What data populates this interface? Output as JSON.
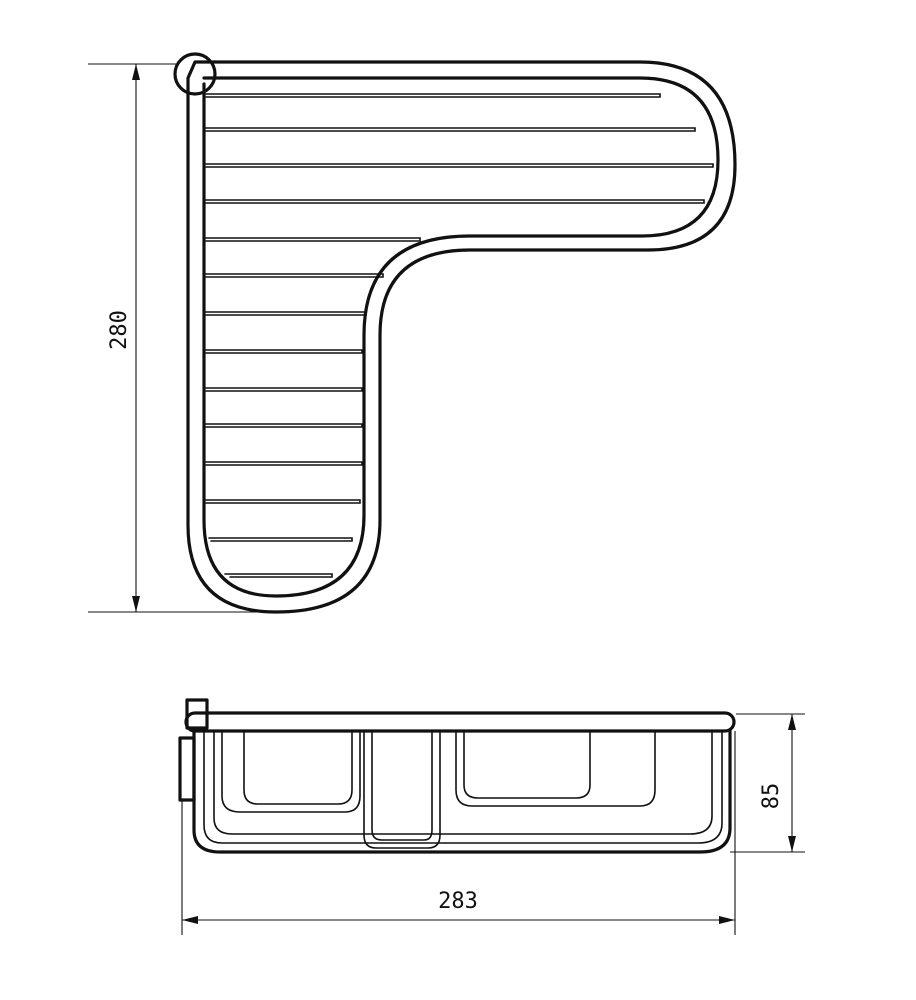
{
  "dimensions": {
    "height_top_view": "280",
    "height_side_view": "85",
    "width_side_view": "283"
  }
}
